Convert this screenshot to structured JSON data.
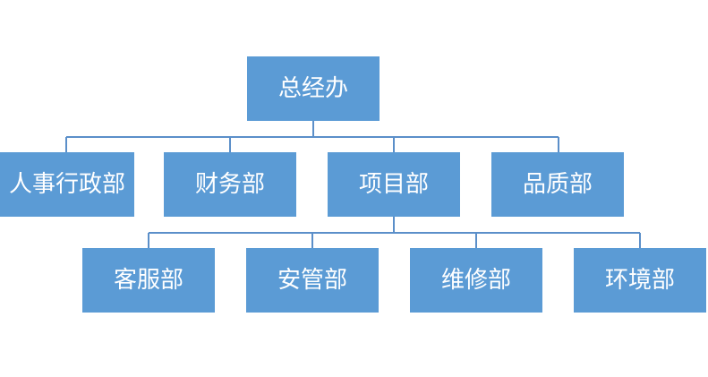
{
  "org_chart": {
    "root": {
      "label": "总经办"
    },
    "departments": [
      {
        "label": "人事行政部"
      },
      {
        "label": "财务部"
      },
      {
        "label": "项目部"
      },
      {
        "label": "品质部"
      }
    ],
    "project_units": [
      {
        "label": "客服部"
      },
      {
        "label": "安管部"
      },
      {
        "label": "维修部"
      },
      {
        "label": "环境部"
      }
    ]
  },
  "colors": {
    "box_fill": "#5b9bd5",
    "box_text": "#ffffff",
    "connector": "#5b8fc9"
  }
}
